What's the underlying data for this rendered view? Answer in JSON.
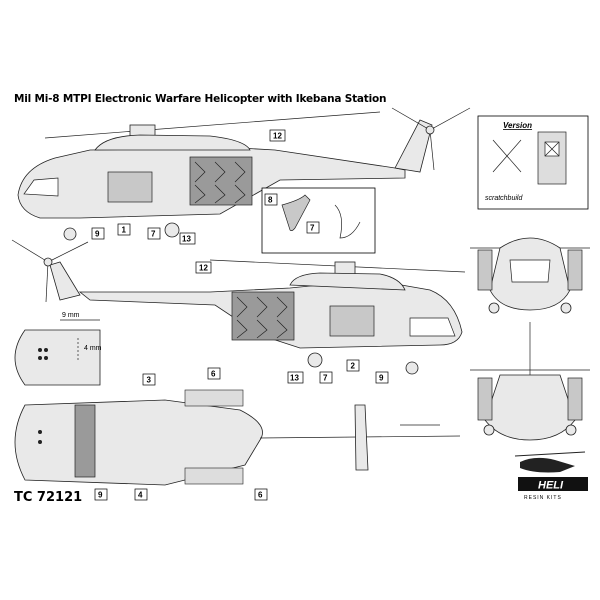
{
  "title": "Mil Mi-8 MTPI  Electronic Warfare Helicopter  with Ikebana Station",
  "product_code": "TC 72121",
  "version_box": {
    "heading": "Version",
    "caption": "scratchbuild"
  },
  "callouts": {
    "top_side": [
      "12",
      "9",
      "1",
      "7",
      "13"
    ],
    "detail_inset": [
      "8",
      "7"
    ],
    "lower_side": [
      "12",
      "2",
      "13",
      "7",
      "9"
    ],
    "plan_view": [
      "3",
      "6",
      "9",
      "4",
      "6"
    ]
  },
  "dimensions": {
    "width_label": "9 mm",
    "height_label": "4 mm"
  },
  "logo": {
    "brand": "HELI",
    "subtitle": "RESIN KITS"
  },
  "colors": {
    "ink": "#222222",
    "panel_dark": "#9a9a9a",
    "panel_gray": "#c8c8c8",
    "fill": "#e9e9e9"
  }
}
